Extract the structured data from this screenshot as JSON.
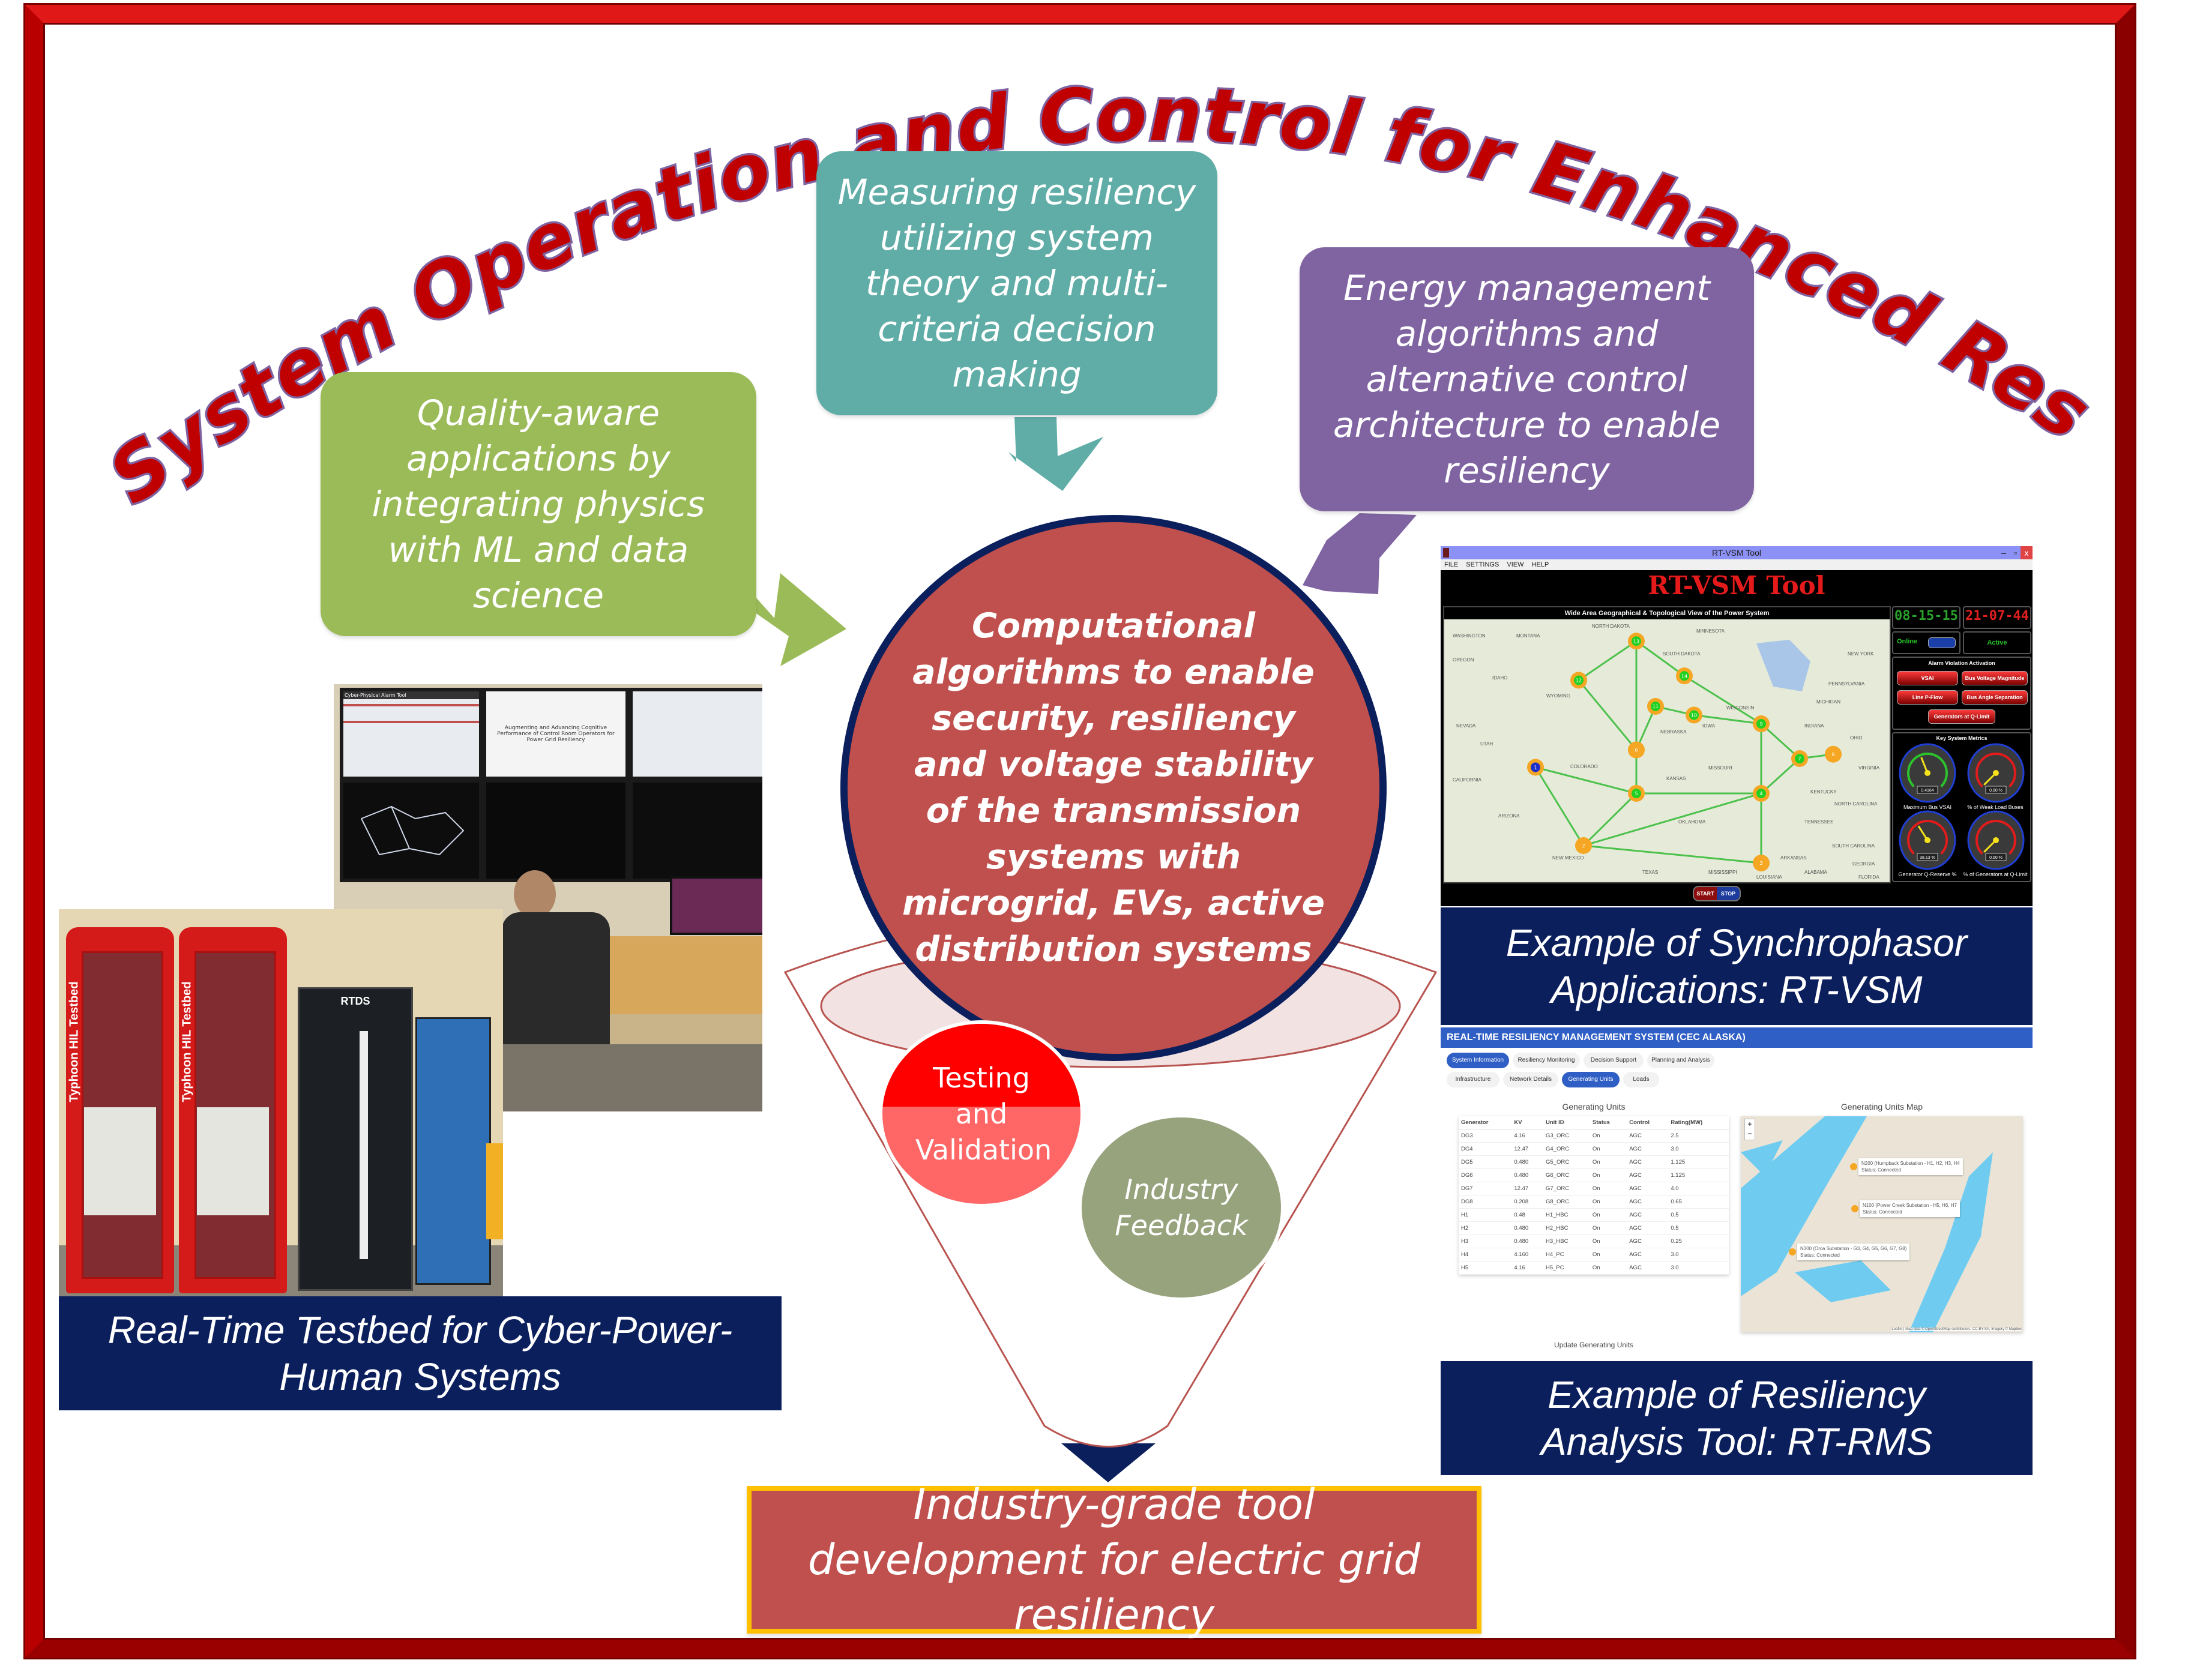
{
  "title": "Power System Operation and Control for Enhanced Resiliency",
  "colors": {
    "frame": "#c00000",
    "title_fill": "#c00000",
    "title_outline": "#7f63a1",
    "green_box": "#9bbb59",
    "teal_box": "#5fada6",
    "purple_box": "#8064a2",
    "center_circle": "#c0504d",
    "navy": "#0b1f5c",
    "testing_circle": "#ff0000",
    "feedback_circle": "#97a37d",
    "output_box": "#c0504d",
    "output_border": "#ffc000"
  },
  "callouts": {
    "green": "Quality-aware applications by integrating physics with ML and data science",
    "teal": "Measuring resiliency utilizing system theory and multi-criteria decision making",
    "purple": "Energy management algorithms and alternative control architecture to enable resiliency"
  },
  "center": {
    "text": "Computational algorithms to enable security, resiliency and voltage stability of the transmission systems with microgrid, EVs, active distribution systems"
  },
  "funnel": {
    "testing": "Testing and Validation",
    "feedback": "Industry Feedback"
  },
  "output": {
    "text": "Industry-grade tool development for electric grid resiliency"
  },
  "captions": {
    "testbed": "Real-Time Testbed for Cyber-Power-Human Systems",
    "rtvsm": "Example of Synchrophasor Applications: RT-VSM",
    "rtrms": "Example of Resiliency Analysis Tool: RT-RMS"
  },
  "testbed_photo": {
    "cabinet_label": "Typhoon HIL Testbed",
    "rack_label": "RTDS",
    "screen_text": "Augmenting and Advancing Cognitive Performance of Control Room Operators for Power Grid Resiliency",
    "alarm_tool_title": "Cyber-Physical Alarm Tool"
  },
  "rtvsm": {
    "window_title": "RT-VSM Tool",
    "menu": [
      "FILE",
      "SETTINGS",
      "VIEW",
      "HELP"
    ],
    "app_title": "RT-VSM Tool",
    "map_title": "Wide Area Geographical & Topological View of the Power System",
    "date": "08-15-15",
    "time": "21-07-44",
    "online_label": "Online",
    "active_label": "Active",
    "alarm_title": "Alarm Violation Activation",
    "alarm_buttons": [
      "VSAI",
      "Bus Voltage Magnitude",
      "Line P-Flow",
      "Bus Angle Separation",
      "Generators at Q-Limit"
    ],
    "metrics_title": "Key System Metrics",
    "gauges": [
      {
        "label": "Maximum Bus VSAI",
        "value": "0.4164",
        "fraction": 0.42
      },
      {
        "label": "% of Weak Load Buses",
        "value": "0.00 %",
        "fraction": 0.0
      },
      {
        "label": "Generator Q-Reserve %",
        "value": "38.13 %",
        "fraction": 0.38
      },
      {
        "label": "% of Generators at Q-Limit",
        "value": "0.00 %",
        "fraction": 0.0
      }
    ],
    "start_label": "START",
    "stop_label": "STOP",
    "map_states": [
      "WASHINGTON",
      "MONTANA",
      "NORTH DAKOTA",
      "MINNESOTA",
      "OREGON",
      "IDAHO",
      "WYOMING",
      "SOUTH DAKOTA",
      "WISCONSIN",
      "MICHIGAN",
      "NEW YORK",
      "NEBRASKA",
      "IOWA",
      "OHIO",
      "PENNSYLVANIA",
      "NEVADA",
      "UTAH",
      "COLORADO",
      "KANSAS",
      "MISSOURI",
      "INDIANA",
      "KENTUCKY",
      "VIRGINIA",
      "CALIFORNIA",
      "OKLAHOMA",
      "TENNESSEE",
      "NORTH CAROLINA",
      "ARIZONA",
      "NEW MEXICO",
      "ARKANSAS",
      "SOUTH CAROLINA",
      "TEXAS",
      "MISSISSIPPI",
      "ALABAMA",
      "GEORGIA",
      "LOUISIANA",
      "FLORIDA"
    ],
    "buses": [
      "1",
      "2",
      "3",
      "4",
      "5",
      "6",
      "7",
      "8",
      "9",
      "10",
      "11",
      "12",
      "13",
      "14"
    ]
  },
  "rtrms": {
    "header": "REAL-TIME RESILIENCY MANAGEMENT SYSTEM (CEC ALASKA)",
    "tabs_primary": [
      "System Information",
      "Resiliency Monitoring",
      "Decision Support",
      "Planning and Analysis"
    ],
    "tabs_secondary": [
      "Infrastructure",
      "Network Details",
      "Generating Units",
      "Loads"
    ],
    "table_title": "Generating Units",
    "map_title": "Generating Units Map",
    "columns": [
      "Generator",
      "KV",
      "Unit ID",
      "Status",
      "Control",
      "Rating(MW)"
    ],
    "rows": [
      [
        "DG3",
        "4.16",
        "G3_ORC",
        "On",
        "AGC",
        "2.5"
      ],
      [
        "DG4",
        "12.47",
        "G4_ORC",
        "On",
        "AGC",
        "3.0"
      ],
      [
        "DG5",
        "0.480",
        "G5_ORC",
        "On",
        "AGC",
        "1.125"
      ],
      [
        "DG6",
        "0.480",
        "G6_ORC",
        "On",
        "AGC",
        "1.125"
      ],
      [
        "DG7",
        "12.47",
        "G7_ORC",
        "On",
        "AGC",
        "4.0"
      ],
      [
        "DG8",
        "0.208",
        "G8_ORC",
        "On",
        "AGC",
        "0.65"
      ],
      [
        "H1",
        "0.48",
        "H1_HBC",
        "On",
        "AGC",
        "0.5"
      ],
      [
        "H2",
        "0.480",
        "H2_HBC",
        "On",
        "AGC",
        "0.5"
      ],
      [
        "H3",
        "0.480",
        "H3_HBC",
        "On",
        "AGC",
        "0.25"
      ],
      [
        "H4",
        "4.160",
        "H4_PC",
        "On",
        "AGC",
        "3.0"
      ],
      [
        "H5",
        "4.16",
        "H5_PC",
        "On",
        "AGC",
        "3.0"
      ]
    ],
    "update_label": "Update Generating Units",
    "map_markers": [
      {
        "name": "N200 (Humpback Substation - H1, H2, H3, H4",
        "status": "Status: Connected"
      },
      {
        "name": "N100 (Power Creek Substation - H5, H6, H7",
        "status": "Status: Connected"
      },
      {
        "name": "N300 (Orca Substation - G3, G4, G5, G6, G7, G8)",
        "status": "Status: Connected"
      }
    ],
    "zoom_in": "+",
    "zoom_out": "−",
    "attribution": "Leaflet | Map data © OpenStreetMap contributors, CC-BY-SA, Imagery © Mapbox"
  }
}
